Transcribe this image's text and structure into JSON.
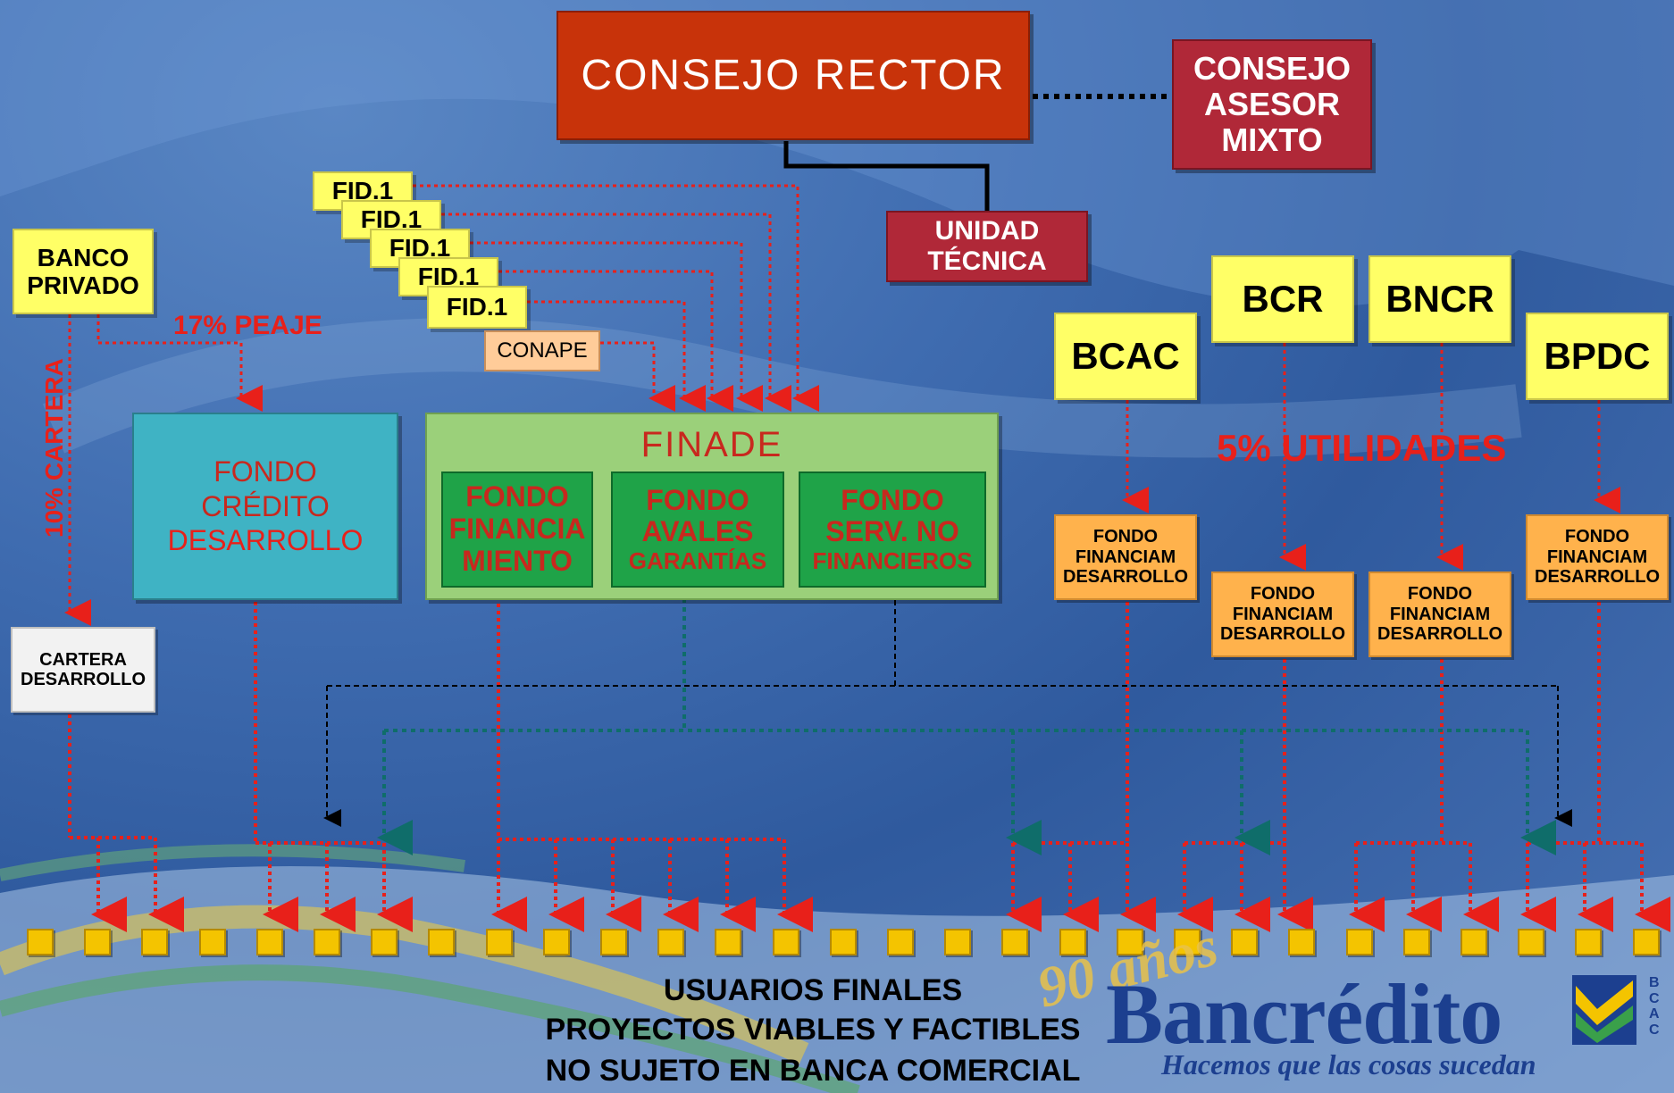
{
  "consejo_rector": "CONSEJO RECTOR",
  "consejo_asesor": "CONSEJO\nASESOR\nMIXTO",
  "unidad_tecnica": "UNIDAD\nTÉCNICA",
  "fid_labels": [
    "FID.1",
    "FID.1",
    "FID.1",
    "FID.1",
    "FID.1"
  ],
  "conape": "CONAPE",
  "banco_privado": "BANCO\nPRIVADO",
  "peaje": "17% PEAJE",
  "cartera_pct": "10% CARTERA",
  "cartera_desarrollo": "CARTERA\nDESARROLLO",
  "fondo_credito": {
    "line1": "FONDO",
    "line2": "CRÉDITO",
    "line3": "DESARROLLO"
  },
  "finade": {
    "title": "FINADE",
    "fondos": [
      {
        "l1": "FONDO",
        "l2": "FINANCIA",
        "l3": "MIENTO"
      },
      {
        "l1": "FONDO",
        "l2": "AVALES",
        "l3": "GARANTÍAS"
      },
      {
        "l1": "FONDO",
        "l2": "SERV. NO",
        "l3": "FINANCIEROS"
      }
    ]
  },
  "banks": [
    "BCAC",
    "BCR",
    "BNCR",
    "BPDC"
  ],
  "utilidades": "5% UTILIDADES",
  "fondo_financiam": "FONDO\nFINANCIAM\nDESARROLLO",
  "usuarios": [
    "USUARIOS FINALES",
    "PROYECTOS VIABLES Y FACTIBLES",
    "NO SUJETO EN BANCA COMERCIAL"
  ],
  "logo": {
    "anos": "90 años",
    "name": "Bancrédito",
    "slogan": "Hacemos que las cosas sucedan",
    "sigla": "BCAC"
  },
  "colors": {
    "red_line": "#e8201a",
    "teal_line": "#0f6d6a",
    "square": "#f4c400"
  }
}
